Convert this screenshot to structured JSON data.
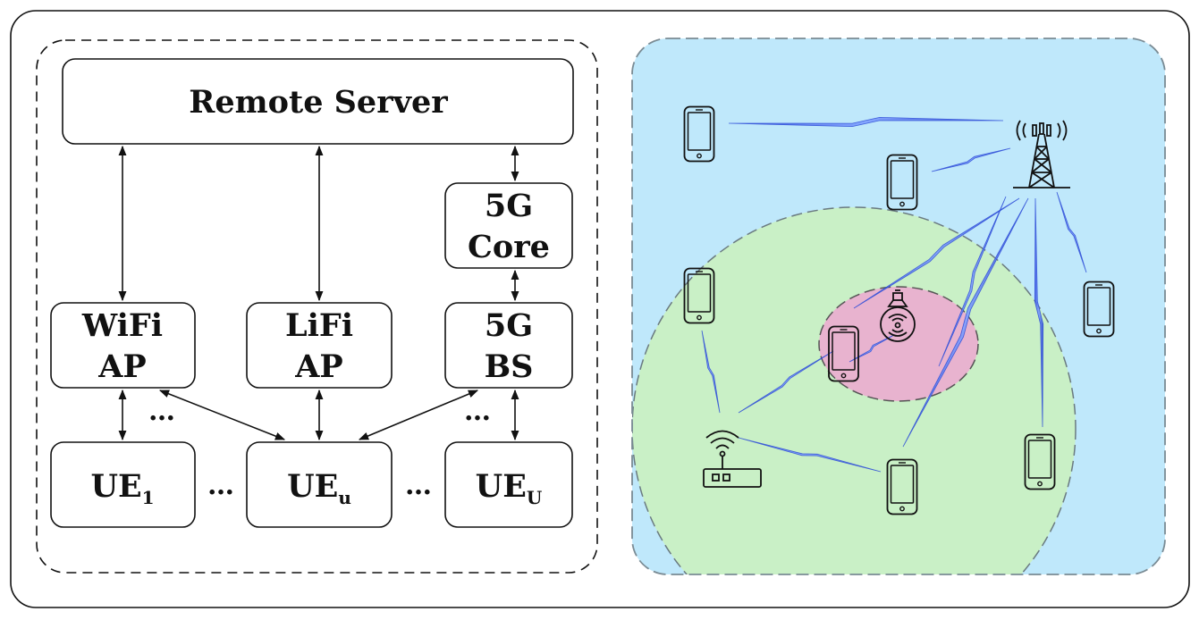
{
  "left_diagram": {
    "remote_server": "Remote Server",
    "core_5g": [
      "5G",
      "Core"
    ],
    "wifi_ap": [
      "WiFi",
      "AP"
    ],
    "lifi_ap": [
      "LiFi",
      "AP"
    ],
    "bs_5g": [
      "5G",
      "BS"
    ],
    "ue_1": {
      "base": "UE",
      "sub": "1"
    },
    "ue_u": {
      "base": "UE",
      "sub": "u"
    },
    "ue_U": {
      "base": "UE",
      "sub": "U"
    },
    "ellipsis": "…"
  },
  "right_scene": {
    "colors": {
      "cellular_coverage": "#bfe8fb",
      "wifi_coverage": "#c9f0c6",
      "lifi_coverage": "#e8b3cf",
      "link": "#2f4fd8",
      "border": "#7a8b94"
    },
    "icons": {
      "tower": "cell-tower-icon",
      "router": "wifi-router-icon",
      "lamp": "lifi-lamp-icon",
      "phone": "smartphone-icon"
    }
  }
}
